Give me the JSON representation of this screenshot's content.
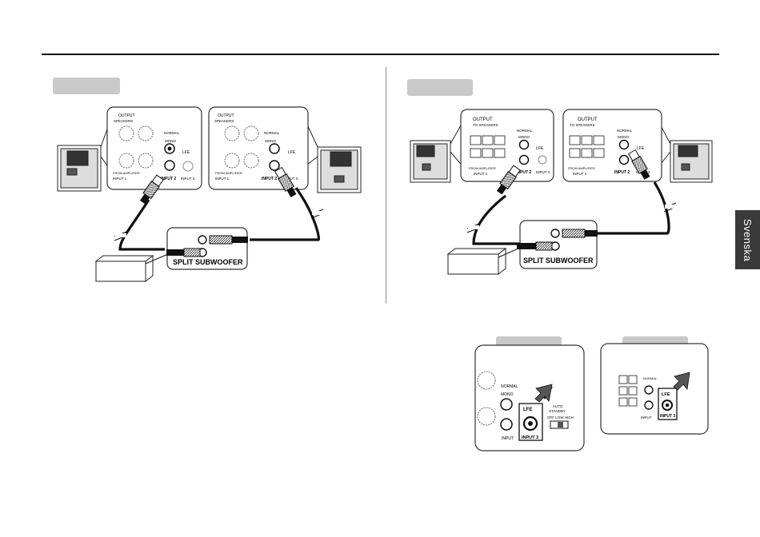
{
  "side_tab": {
    "label": "Svenska"
  },
  "figures": {
    "left": {
      "split_label": "SPLIT SUBWOOFER",
      "panel_a": {
        "output": "OUTPUT",
        "speakers": "SPEAKERS",
        "normal": "NORMAL",
        "mono": "MONO",
        "lfe": "LFE",
        "input2": "INPUT 2",
        "input3": "INPUT 3",
        "from_amp": "FROM AMPLIFIER",
        "input1": "INPUT 1"
      },
      "panel_b": {
        "output": "OUTPUT",
        "speakers": "SPEAKERS",
        "normal": "NORMAL",
        "mono": "MONO",
        "lfe": "LFE",
        "input2": "INPUT 2",
        "input3": "INPUT 3",
        "from_amp": "FROM AMPLIFIER",
        "input1": "INPUT 1"
      }
    },
    "right": {
      "split_label": "SPLIT SUBWOOFER",
      "panel_a": {
        "output": "OUTPUT",
        "to_speakers": "TO SPEAKERS",
        "normal": "NORMAL",
        "mono": "MONO",
        "lfe": "LFE",
        "input2": "INPUT 2",
        "input3": "INPUT 3",
        "from_amp": "FROM AMPLIFIER",
        "input1": "INPUT 1"
      },
      "panel_b": {
        "output": "OUTPUT",
        "to_speakers": "TO SPEAKERS",
        "normal": "NORMAL",
        "mono": "MONO",
        "lfe": "LFE",
        "input2": "INPUT 2",
        "input3": "INPUT 3",
        "from_amp": "FROM AMPLIFIER",
        "input1": "INPUT 1"
      }
    },
    "detail_a": {
      "normal": "NORMAL",
      "mono": "MONO",
      "lfe": "LFE",
      "input3": "INPUT 3",
      "input": "INPUT",
      "auto": "AUTO",
      "standby": "STANDBY",
      "off_low_high": "OFF   LOW  HIGH"
    },
    "detail_b": {
      "lfe": "LFE",
      "input3": "INPUT 3",
      "input": "INPUT",
      "normal": "NORMAL"
    }
  }
}
